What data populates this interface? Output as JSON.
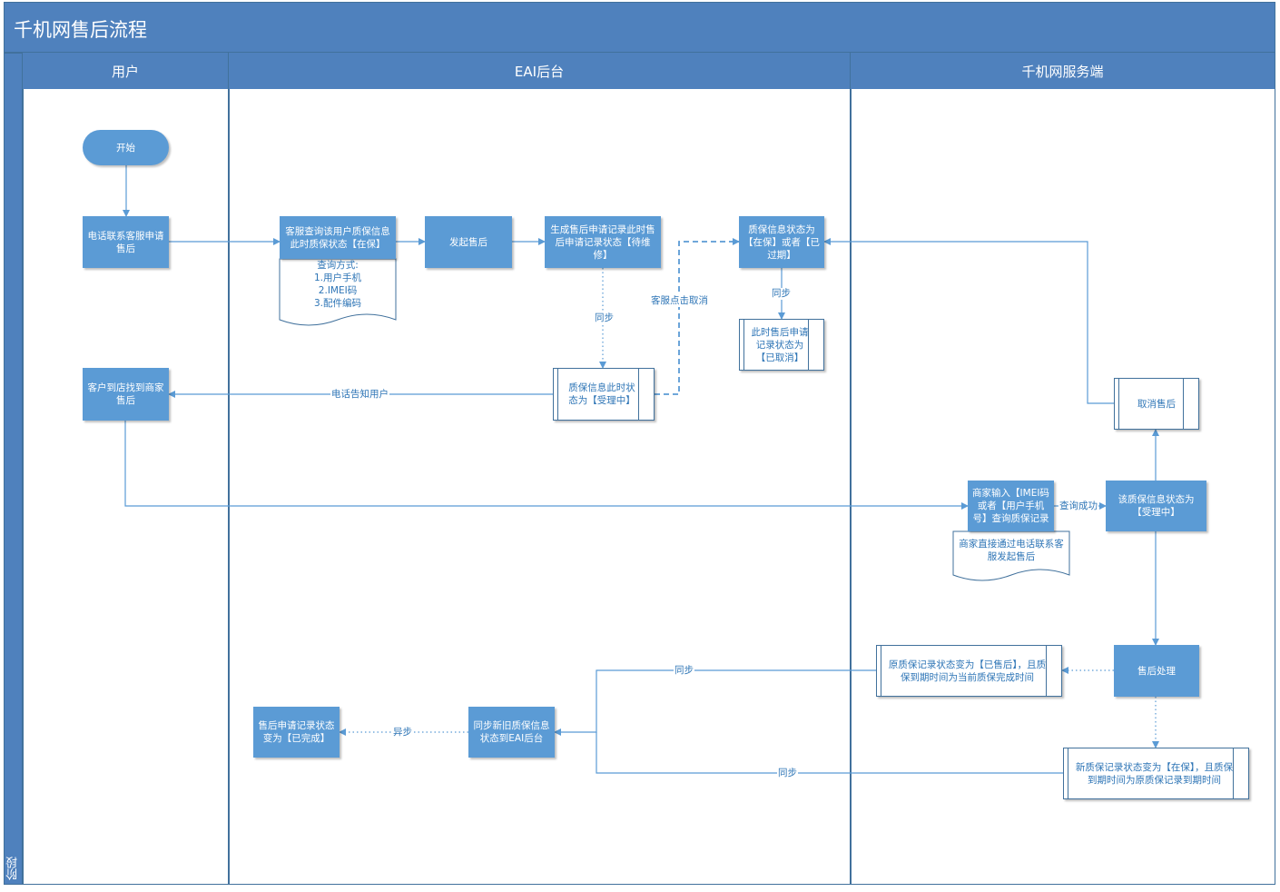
{
  "title": "千机网售后流程",
  "phase_label": "阶段",
  "lanes": {
    "user": "用户",
    "eai": "EAI后台",
    "server": "千机网服务端"
  },
  "nodes": {
    "start": "开始",
    "call_service": "电话联系客服申请售后",
    "query_warranty": "客服查询该用户质保信息此时质保状态【在保】",
    "query_methods": "查询方式:\n1.用户手机\n2.IMEI码\n3.配件编码",
    "initiate": "发起售后",
    "generate_record": "生成售后申请记录此时售后申请记录状态【待维修】",
    "warranty_status_in": "质保信息状态为【在保】或者【已过期】",
    "record_cancelled": "此时售后申请记录状态为【已取消】",
    "accepting": "质保信息此时状态为【受理中】",
    "store_visit": "客户到店找到商家售后",
    "cancel_aftersale": "取消售后",
    "merchant_input": "商家输入【IMEI码或者【用户手机号】查询质保记录",
    "merchant_phone": "商家直接通过电话联系客服发起售后",
    "status_accepting": "该质保信息状态为【受理中】",
    "aftersale_process": "售后处理",
    "old_record": "原质保记录状态变为【已售后】，且质保到期时间为当前质保完成时间",
    "new_record": "新质保记录状态变为【在保】，且质保到期时间为原质保记录到期时间",
    "sync_status": "同步新旧质保信息状态到EAI后台",
    "completed": "售后申请记录状态变为【已完成】"
  },
  "edge_labels": {
    "sync1": "同步",
    "cancel_click": "客服点击取消",
    "sync2": "同步",
    "phone_notify": "电话告知用户",
    "query_success": "查询成功",
    "sync3": "同步",
    "sync4": "同步",
    "async": "异步"
  },
  "colors": {
    "primary": "#4f81bd",
    "node": "#5b9bd5",
    "line": "#5b9bd5",
    "text": "#2e75b6"
  }
}
